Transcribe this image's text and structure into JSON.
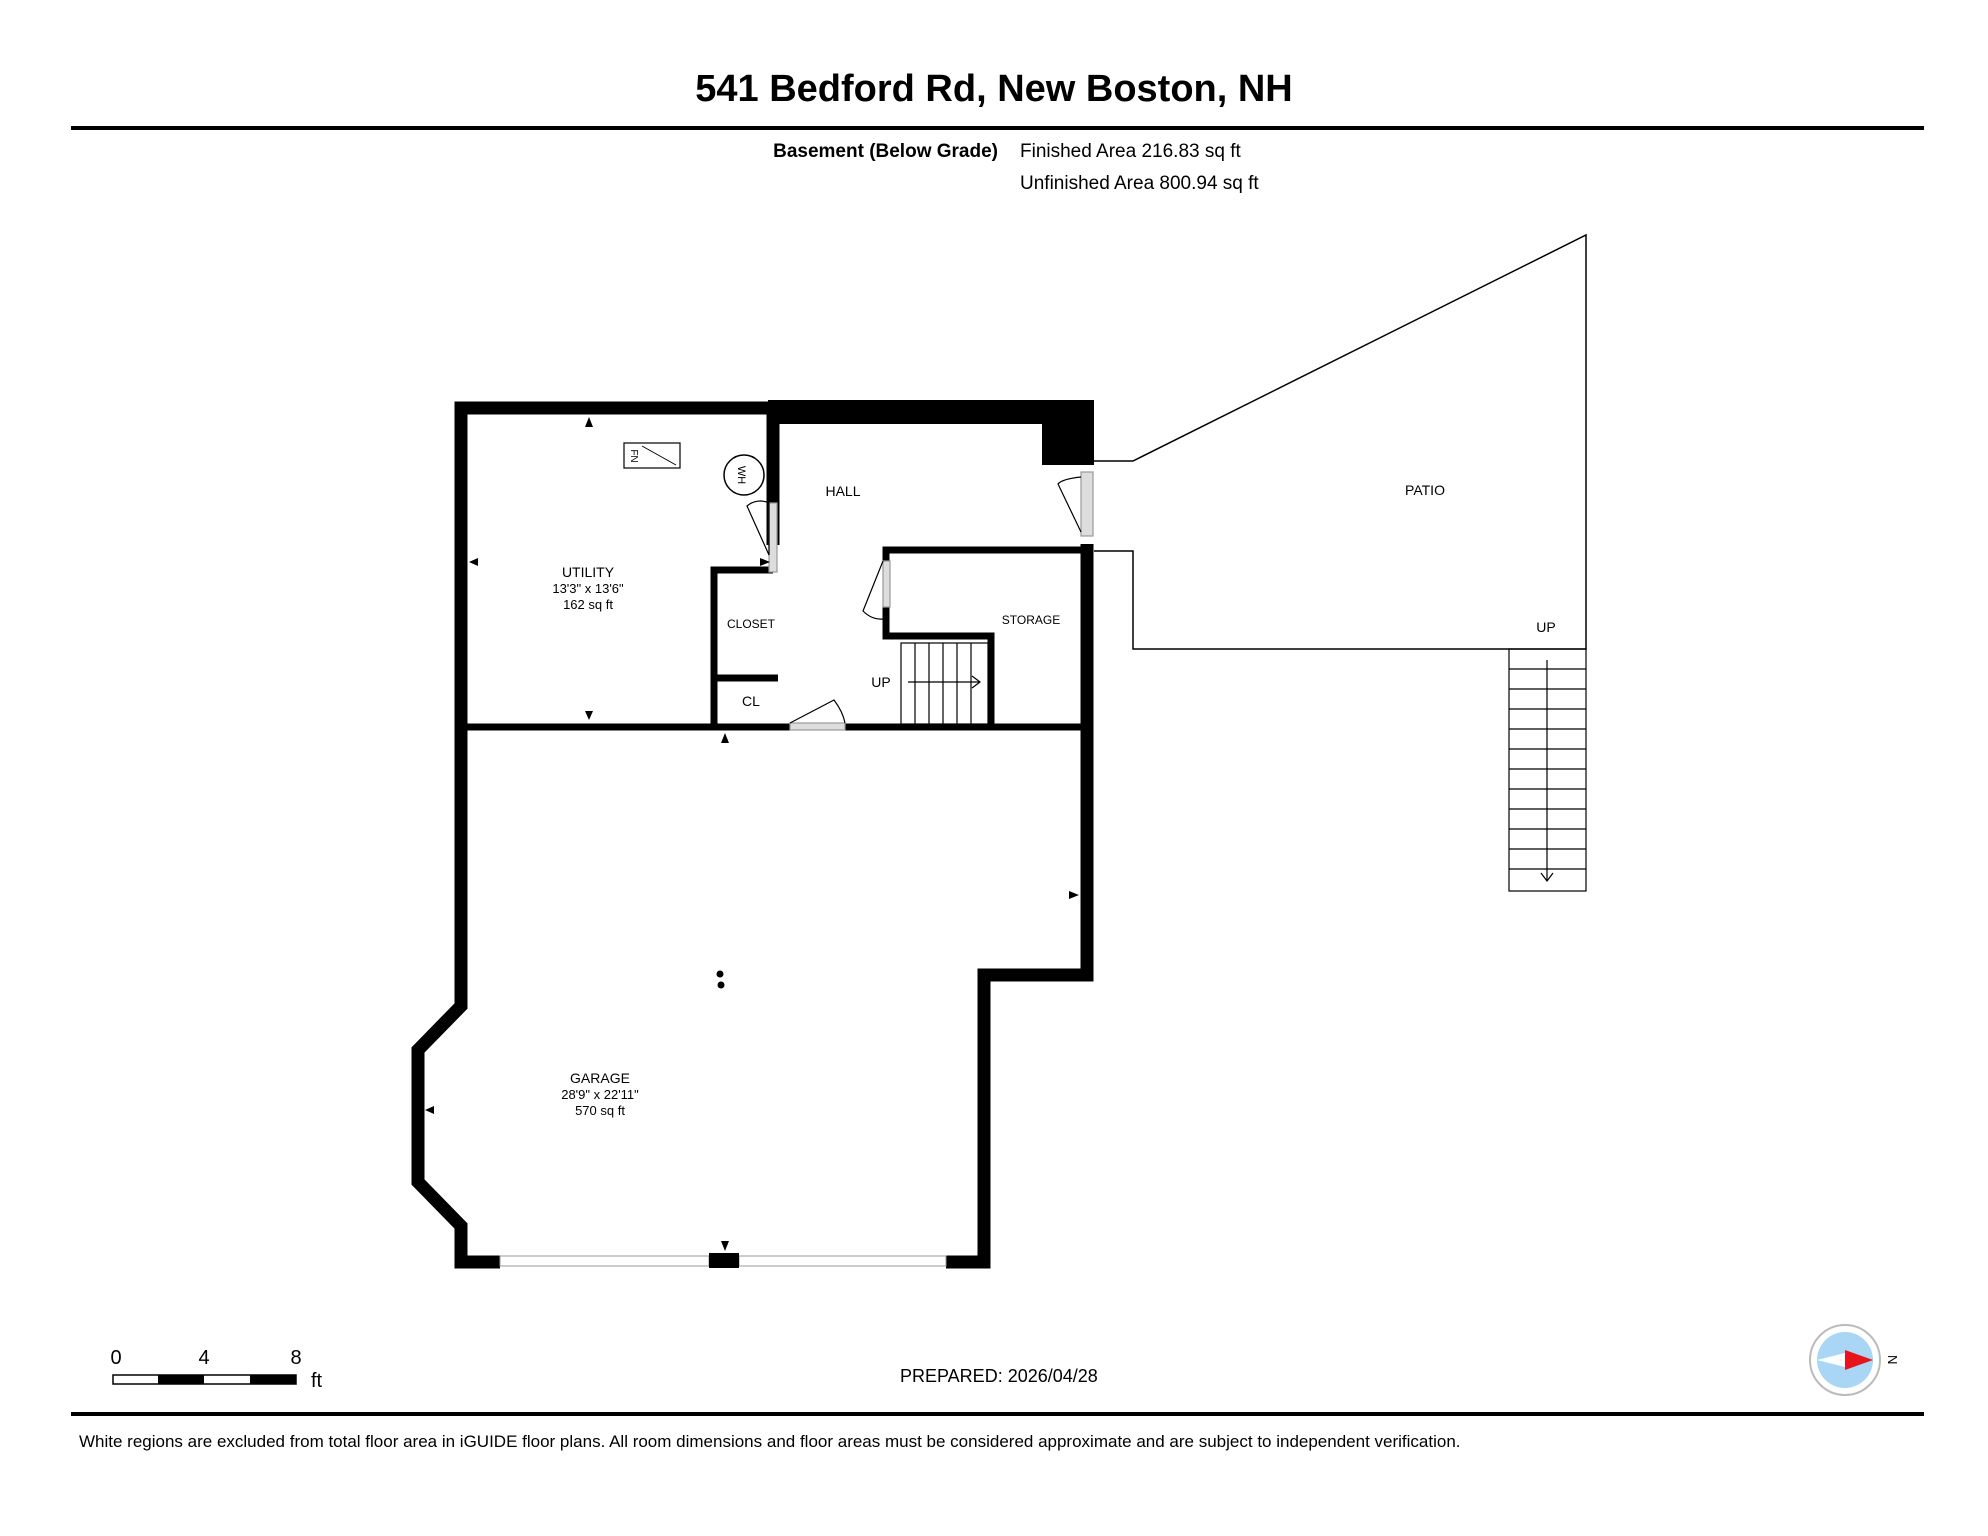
{
  "title": "541 Bedford Rd, New Boston, NH",
  "level": {
    "name": "Basement (Below Grade)",
    "finished_area": "Finished Area 216.83 sq ft",
    "unfinished_area": "Unfinished Area 800.94 sq ft"
  },
  "rooms": {
    "utility": {
      "name": "UTILITY",
      "dims": "13'3\" x 13'6\"",
      "area": "162 sq ft"
    },
    "garage": {
      "name": "GARAGE",
      "dims": "28'9\" x 22'11\"",
      "area": "570 sq ft"
    },
    "hall": "HALL",
    "closet": "CLOSET",
    "cl": "CL",
    "storage": "STORAGE",
    "patio": "PATIO"
  },
  "fixtures": {
    "water_heater": "WH",
    "furnace": "FN"
  },
  "stairs": {
    "interior_up": "UP",
    "patio_up": "UP"
  },
  "scale": {
    "ticks": [
      "0",
      "4",
      "8"
    ],
    "unit": "ft"
  },
  "compass": {
    "north_label": "N",
    "accent": "#e8141c",
    "dial": "#a9d6f5"
  },
  "prepared": "PREPARED: 2026/04/28",
  "disclaimer": "White regions are excluded from total floor area in iGUIDE floor plans. All room dimensions and floor areas must be considered approximate and are subject to independent verification."
}
